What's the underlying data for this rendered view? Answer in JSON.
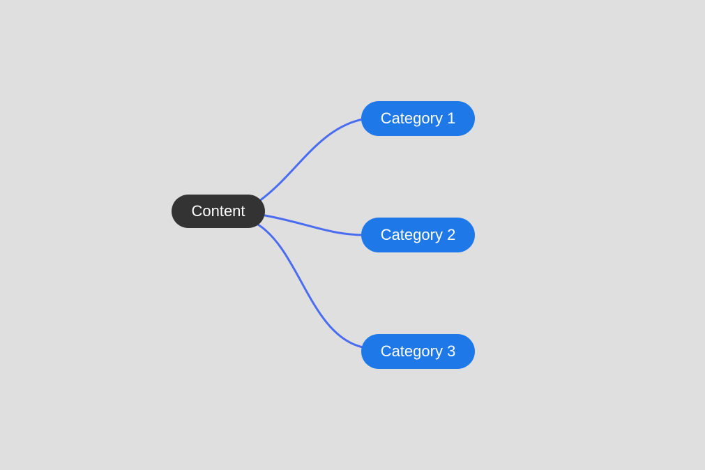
{
  "mindmap": {
    "root": {
      "label": "Content"
    },
    "children": [
      {
        "label": "Category 1"
      },
      {
        "label": "Category 2"
      },
      {
        "label": "Category 3"
      }
    ]
  },
  "colors": {
    "background": "#dfdfdf",
    "root_fill": "#333333",
    "node_fill": "#1f78e8",
    "connector": "#4a6cf0",
    "text": "#ffffff"
  }
}
